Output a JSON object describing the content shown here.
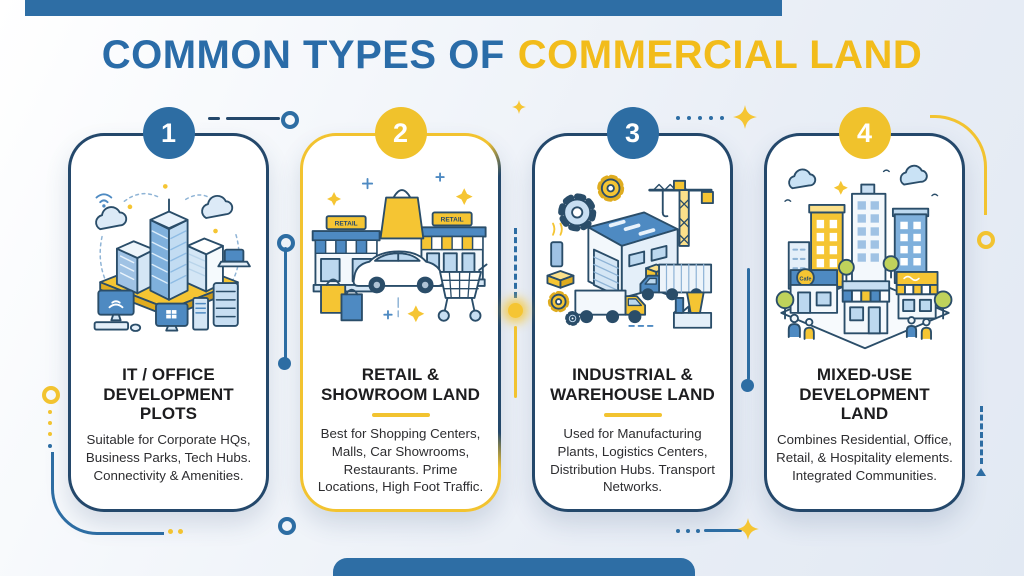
{
  "title": {
    "part1": "COMMON TYPES OF",
    "part2": "COMMERCIAL LAND"
  },
  "colors": {
    "title_blue": "#2A6CA8",
    "title_yellow": "#F2BC1B",
    "navy_border": "#24486B",
    "badge_blue": "#2D6DA3",
    "badge_yellow": "#F0C22C",
    "accent_yellow": "#F2C330",
    "accent_blue": "#2D6DA3",
    "bar_blue": "#2E6EA5",
    "card_background": "#FFFFFF",
    "text_dark": "#1D1D1F"
  },
  "cards": [
    {
      "number": "1",
      "badge": "blue",
      "title": "IT / OFFICE DEVELOPMENT PLOTS",
      "description": "Suitable for Corporate HQs, Business Parks, Tech Hubs. Connectivity & Amenities.",
      "illustration": "it-office-campus"
    },
    {
      "number": "2",
      "badge": "yellow",
      "title": "RETAIL & SHOWROOM LAND",
      "description": "Best for Shopping Centers, Malls, Car Showrooms, Restaurants. Prime Locations, High Foot Traffic.",
      "illustration": "retail-showroom",
      "sign_text": "RETAIL"
    },
    {
      "number": "3",
      "badge": "blue",
      "title": "INDUSTRIAL & WAREHOUSE LAND",
      "description": "Used for Manufacturing Plants, Logistics Centers, Distribution Hubs. Transport Networks.",
      "illustration": "industrial-warehouse"
    },
    {
      "number": "4",
      "badge": "yellow",
      "title": "MIXED-USE DEVELOPMENT LAND",
      "description": "Combines Residential, Office, Retail, & Hospitality elements. Integrated Communities.",
      "illustration": "mixed-use-district",
      "cafe_sign": "Cafe"
    }
  ]
}
